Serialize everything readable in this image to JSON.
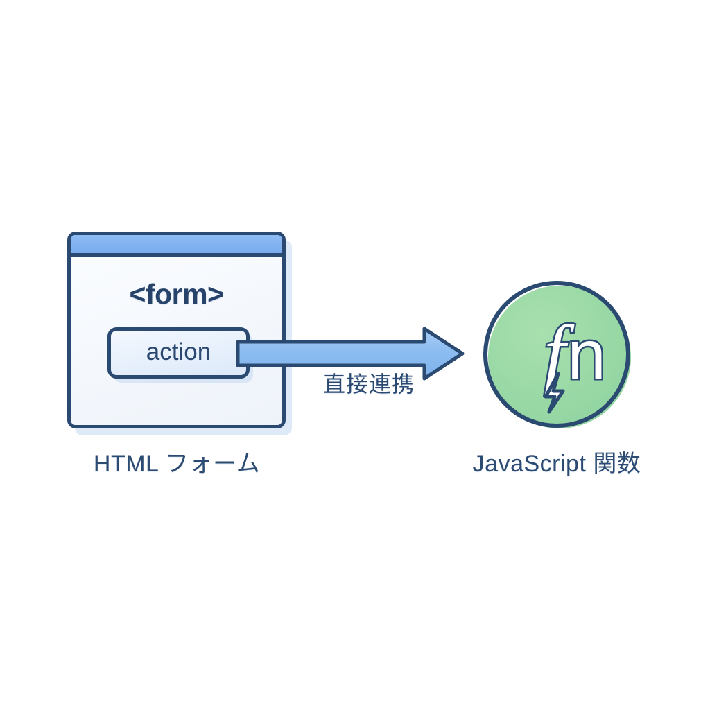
{
  "diagram": {
    "background_color": "#ffffff",
    "accent_navy": "#2b4a72",
    "accent_blue": "#79aced",
    "accent_green": "#94d6a3"
  },
  "form_window": {
    "name": "html-form-window",
    "tag_text": "<form>",
    "attribute_chip": "action",
    "titlebar_color": "#79aced",
    "border_color": "#2b4a72",
    "caption": "HTML フォーム"
  },
  "connector": {
    "name": "direct-link-arrow",
    "label": "直接連携",
    "direction": "left-to-right",
    "color": "#8cbcf0"
  },
  "function_node": {
    "name": "javascript-function-node",
    "glyph": "fn",
    "badge_icon": "lightning-bolt-icon",
    "fill_color": "#94d6a3",
    "border_color": "#2b4a72",
    "caption": "JavaScript 関数"
  }
}
